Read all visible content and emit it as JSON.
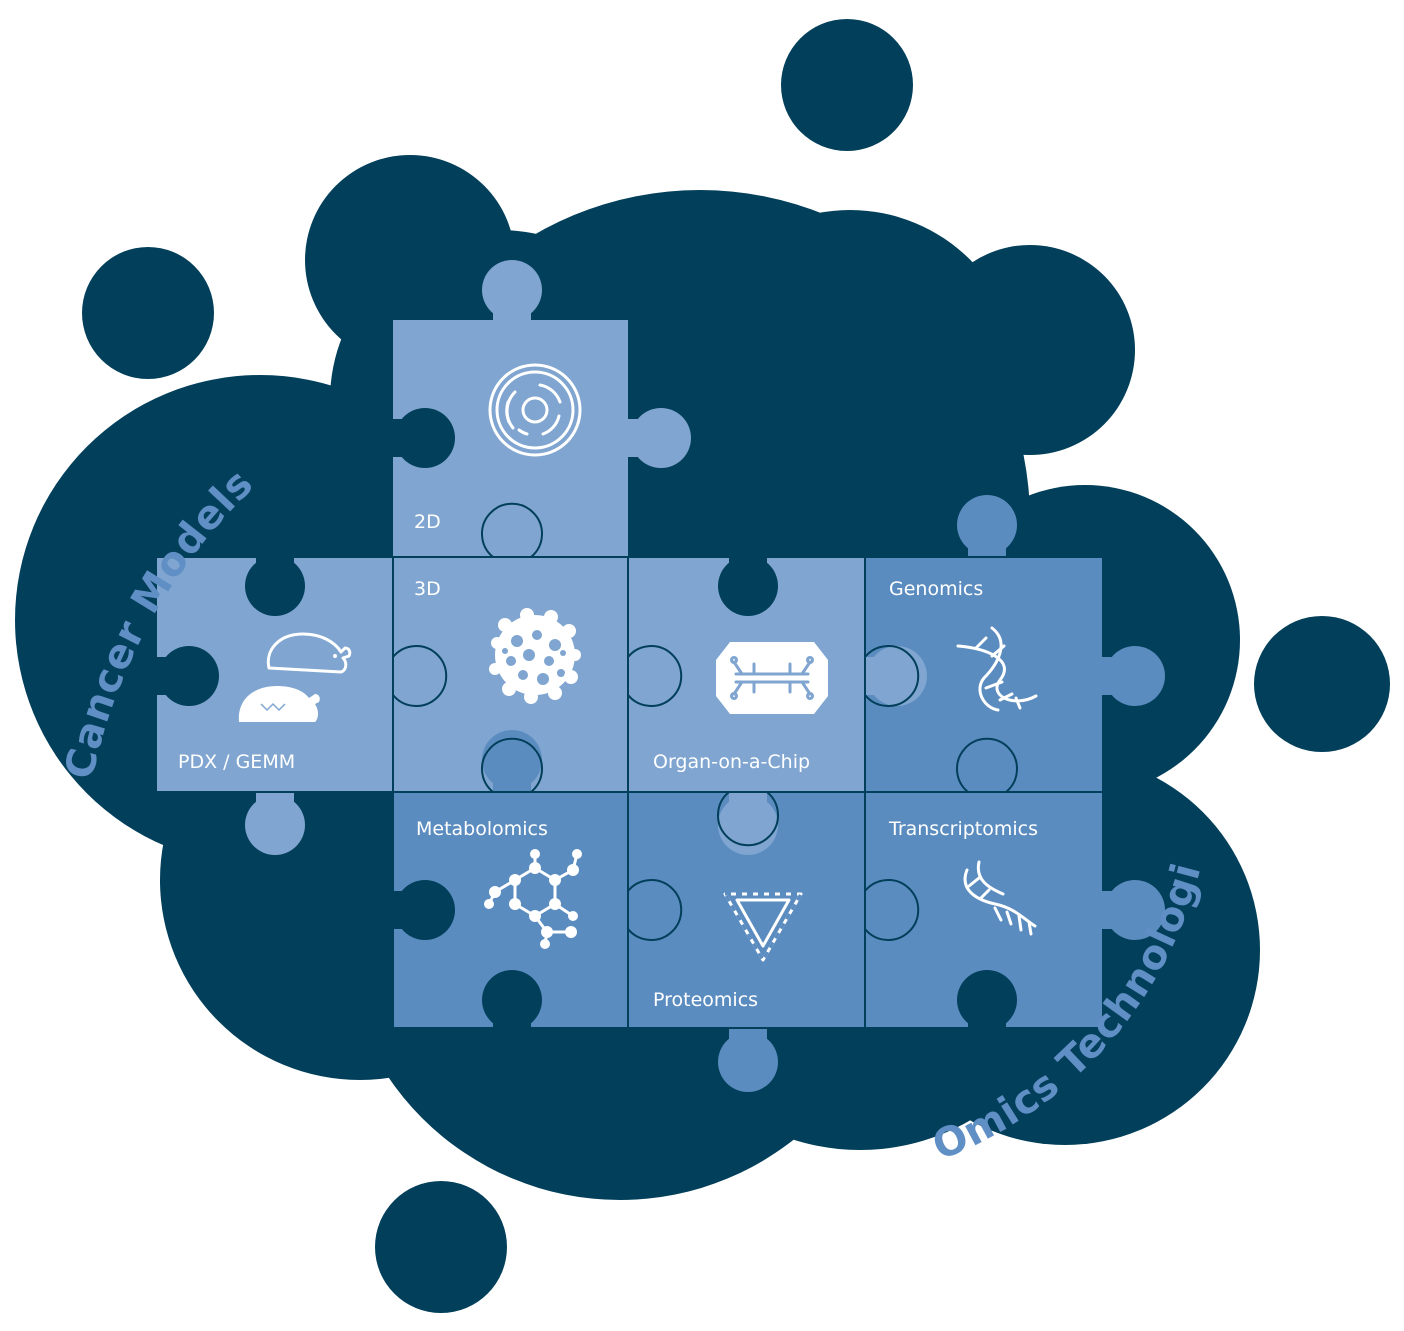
{
  "colors": {
    "cloud": "#023f5a",
    "light_piece": "#7fa5d0",
    "mid_piece": "#5b8cc0",
    "seam": "#023f5a",
    "arc_text": "#5f8fc4",
    "icon": "#ffffff"
  },
  "titles": {
    "cancer_models": "Cancer Models",
    "omics_technologies": "Omics Technologies"
  },
  "pieces": [
    {
      "id": "2d",
      "label": "2D",
      "group": "Cancer Models",
      "icon": "cell-icon"
    },
    {
      "id": "3d",
      "label": "3D",
      "group": "Cancer Models",
      "icon": "spheroid-icon"
    },
    {
      "id": "pdx",
      "label": "PDX / GEMM",
      "group": "Cancer Models",
      "icon": "mouse-icon"
    },
    {
      "id": "organ",
      "label": "Organ-on-a-Chip",
      "group": "Cancer Models",
      "icon": "chip-icon"
    },
    {
      "id": "genomics",
      "label": "Genomics",
      "group": "Omics Technologies",
      "icon": "dna-icon"
    },
    {
      "id": "metabolomics",
      "label": "Metabolomics",
      "group": "Omics Technologies",
      "icon": "molecule-icon"
    },
    {
      "id": "proteomics",
      "label": "Proteomics",
      "group": "Omics Technologies",
      "icon": "protein-icon"
    },
    {
      "id": "transcriptomics",
      "label": "Transcriptomics",
      "group": "Omics Technologies",
      "icon": "rna-icon"
    }
  ]
}
